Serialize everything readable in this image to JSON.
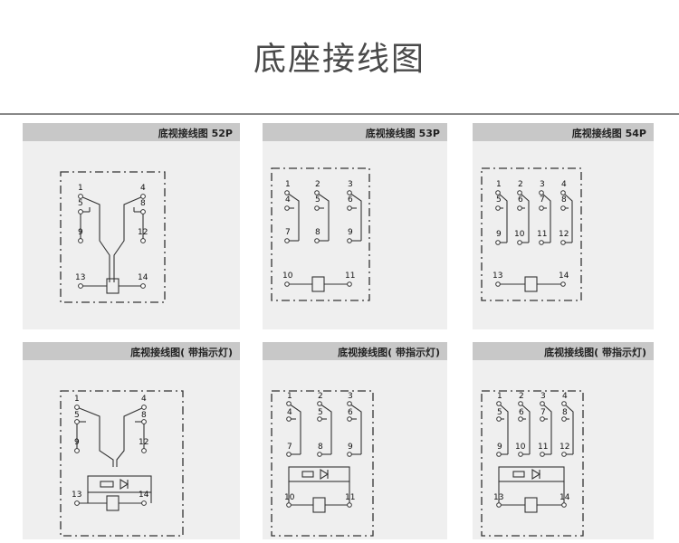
{
  "page": {
    "title": "底座接线图"
  },
  "panels": [
    {
      "title": "底视接线图 52P",
      "pins": {
        "top_left": "1",
        "top_right": "4",
        "mid_left": "5",
        "mid_right": "8",
        "bottom_left": "9",
        "bottom_right": "12",
        "coil_left": "13",
        "coil_right": "14"
      }
    },
    {
      "title": "底视接线图 53P",
      "pins": {
        "t1": "1",
        "t2": "2",
        "t3": "3",
        "m1": "4",
        "m2": "5",
        "m3": "6",
        "b1": "7",
        "b2": "8",
        "b3": "9",
        "coil_left": "10",
        "coil_right": "11"
      }
    },
    {
      "title": "底视接线图 54P",
      "pins": {
        "t1": "1",
        "t2": "2",
        "t3": "3",
        "t4": "4",
        "m1": "5",
        "m2": "6",
        "m3": "7",
        "m4": "8",
        "b1": "9",
        "b2": "10",
        "b3": "11",
        "b4": "12",
        "coil_left": "13",
        "coil_right": "14"
      }
    },
    {
      "title": "底视接线图(  带指示灯)",
      "pins": {
        "top_left": "1",
        "top_right": "4",
        "mid_left": "5",
        "mid_right": "8",
        "bottom_left": "9",
        "bottom_right": "12",
        "coil_left": "13",
        "coil_right": "14"
      }
    },
    {
      "title": "底视接线图(  带指示灯)",
      "pins": {
        "t1": "1",
        "t2": "2",
        "t3": "3",
        "m1": "4",
        "m2": "5",
        "m3": "6",
        "b1": "7",
        "b2": "8",
        "b3": "9",
        "coil_left": "10",
        "coil_right": "11"
      }
    },
    {
      "title": "底视接线图(  带指示灯)",
      "pins": {
        "t1": "1",
        "t2": "2",
        "t3": "3",
        "t4": "4",
        "m1": "5",
        "m2": "6",
        "m3": "7",
        "m4": "8",
        "b1": "9",
        "b2": "10",
        "b3": "11",
        "b4": "12",
        "coil_left": "13",
        "coil_right": "14"
      }
    }
  ]
}
